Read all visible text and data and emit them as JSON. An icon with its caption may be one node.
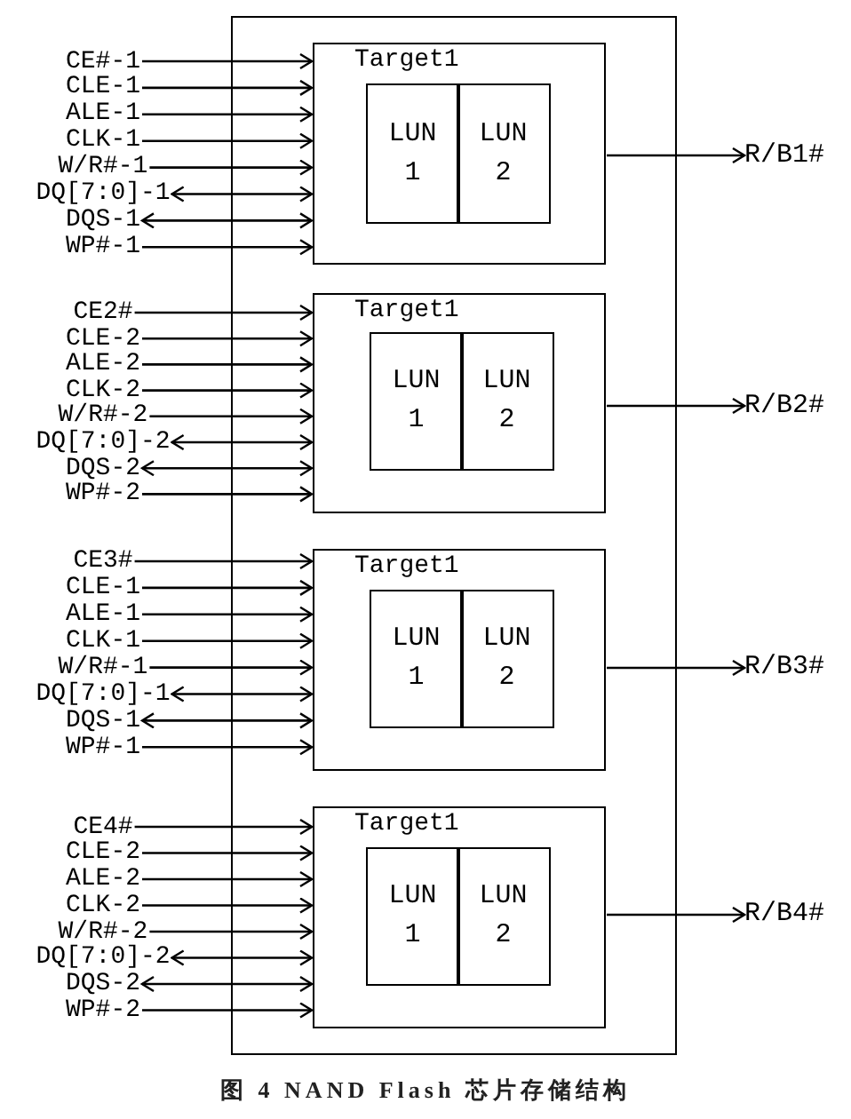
{
  "diagram": {
    "caption": "图 4 NAND Flash 芯片存储结构",
    "nodes": [
      {
        "text": [],
        "shape": "box"
      },
      {
        "text": [
          "CE#-1"
        ]
      },
      {
        "text": [
          "CLE-1"
        ]
      },
      {
        "text": [
          "ALE-1"
        ]
      },
      {
        "text": [
          "CLK-1"
        ]
      },
      {
        "text": [
          "W/R#-1"
        ]
      },
      {
        "text": [
          "DQ[7:0]-1"
        ]
      },
      {
        "text": [
          "DQS-1"
        ]
      },
      {
        "text": [
          "WP#-1"
        ]
      },
      {
        "text": [
          "Target1"
        ],
        "in": 0
      },
      {
        "text": [
          "LUN 1"
        ],
        "in": 9
      },
      {
        "text": [
          "LUN 2"
        ],
        "in": 9
      },
      {
        "text": [
          "R/B1#"
        ]
      },
      {
        "text": [
          "CE2#"
        ]
      },
      {
        "text": [
          "CLE-2"
        ]
      },
      {
        "text": [
          "ALE-2"
        ]
      },
      {
        "text": [
          "CLK-2"
        ]
      },
      {
        "text": [
          "W/R#-2"
        ]
      },
      {
        "text": [
          "DQ[7:0]-2"
        ]
      },
      {
        "text": [
          "DQS-2"
        ]
      },
      {
        "text": [
          "WP#-2"
        ]
      },
      {
        "text": [
          "Target1"
        ],
        "in": 0
      },
      {
        "text": [
          "LUN 1"
        ],
        "in": 21
      },
      {
        "text": [
          "LUN 2"
        ],
        "in": 21
      },
      {
        "text": [
          "R/B2#"
        ]
      },
      {
        "text": [
          "CE3#"
        ]
      },
      {
        "text": [
          "CLE-1"
        ]
      },
      {
        "text": [
          "ALE-1"
        ]
      },
      {
        "text": [
          "CLK-1"
        ]
      },
      {
        "text": [
          "W/R#-1"
        ]
      },
      {
        "text": [
          "DQ[7:0]-1"
        ]
      },
      {
        "text": [
          "DQS-1"
        ]
      },
      {
        "text": [
          "WP#-1"
        ]
      },
      {
        "text": [
          "Target1"
        ],
        "in": 0
      },
      {
        "text": [
          "LUN 1"
        ],
        "in": 33
      },
      {
        "text": [
          "LUN 2"
        ],
        "in": 33
      },
      {
        "text": [
          "R/B3#"
        ]
      },
      {
        "text": [
          "CE4#"
        ]
      },
      {
        "text": [
          "CLE-2"
        ]
      },
      {
        "text": [
          "ALE-2"
        ]
      },
      {
        "text": [
          "CLK-2"
        ]
      },
      {
        "text": [
          "W/R#-2"
        ]
      },
      {
        "text": [
          "DQ[7:0]-2"
        ]
      },
      {
        "text": [
          "DQS-2"
        ]
      },
      {
        "text": [
          "WP#-2"
        ]
      },
      {
        "text": [
          "Target1"
        ],
        "in": 0
      },
      {
        "text": [
          "LUN 1"
        ],
        "in": 45
      },
      {
        "text": [
          "LUN 2"
        ],
        "in": 45
      },
      {
        "text": [
          "R/B4#"
        ]
      }
    ],
    "edges": [
      {
        "from": 1,
        "to": 9,
        "arrow": "to"
      },
      {
        "from": 2,
        "to": 9,
        "arrow": "to"
      },
      {
        "from": 3,
        "to": 9,
        "arrow": "to"
      },
      {
        "from": 4,
        "to": 9,
        "arrow": "to"
      },
      {
        "from": 5,
        "to": 9,
        "arrow": "to"
      },
      {
        "from": 6,
        "to": 9,
        "arrow": "both"
      },
      {
        "from": 7,
        "to": 9,
        "arrow": "both"
      },
      {
        "from": 8,
        "to": 9,
        "arrow": "to"
      },
      {
        "from": 9,
        "to": 12,
        "arrow": "to"
      },
      {
        "from": 13,
        "to": 21,
        "arrow": "to"
      },
      {
        "from": 14,
        "to": 21,
        "arrow": "to"
      },
      {
        "from": 15,
        "to": 21,
        "arrow": "to"
      },
      {
        "from": 16,
        "to": 21,
        "arrow": "to"
      },
      {
        "from": 17,
        "to": 21,
        "arrow": "to"
      },
      {
        "from": 18,
        "to": 21,
        "arrow": "both"
      },
      {
        "from": 19,
        "to": 21,
        "arrow": "both"
      },
      {
        "from": 20,
        "to": 21,
        "arrow": "to"
      },
      {
        "from": 21,
        "to": 24,
        "arrow": "to"
      },
      {
        "from": 25,
        "to": 33,
        "arrow": "to"
      },
      {
        "from": 26,
        "to": 33,
        "arrow": "to"
      },
      {
        "from": 27,
        "to": 33,
        "arrow": "to"
      },
      {
        "from": 28,
        "to": 33,
        "arrow": "to"
      },
      {
        "from": 29,
        "to": 33,
        "arrow": "to"
      },
      {
        "from": 30,
        "to": 33,
        "arrow": "both"
      },
      {
        "from": 31,
        "to": 33,
        "arrow": "both"
      },
      {
        "from": 32,
        "to": 33,
        "arrow": "to"
      },
      {
        "from": 33,
        "to": 36,
        "arrow": "to"
      },
      {
        "from": 37,
        "to": 45,
        "arrow": "to"
      },
      {
        "from": 38,
        "to": 45,
        "arrow": "to"
      },
      {
        "from": 39,
        "to": 45,
        "arrow": "to"
      },
      {
        "from": 40,
        "to": 45,
        "arrow": "to"
      },
      {
        "from": 41,
        "to": 45,
        "arrow": "to"
      },
      {
        "from": 42,
        "to": 45,
        "arrow": "both"
      },
      {
        "from": 43,
        "to": 45,
        "arrow": "both"
      },
      {
        "from": 44,
        "to": 45,
        "arrow": "to"
      },
      {
        "from": 45,
        "to": 48,
        "arrow": "to"
      }
    ]
  }
}
